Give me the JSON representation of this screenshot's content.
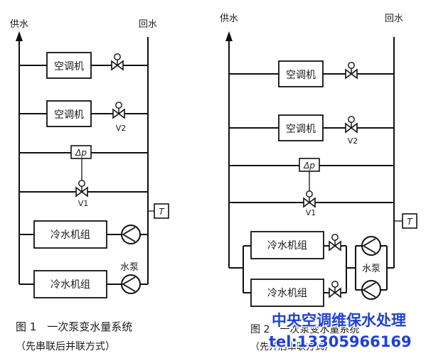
{
  "fig1": {
    "supply": "供水",
    "return": "回水",
    "ahu": [
      "空调机",
      "空调机"
    ],
    "valve_v2": "V2",
    "valve_v1": "V1",
    "dp": "Δp",
    "temp": "T",
    "chiller": [
      "冷水机组",
      "冷水机组"
    ],
    "pump": "水泵",
    "caption_line1": "图 1　一次泵变水量系统",
    "caption_line2": "（先串联后并联方式）"
  },
  "fig2": {
    "supply": "供水",
    "return": "回水",
    "ahu": [
      "空调机",
      "空调机"
    ],
    "valve_v2": "V2",
    "valve_v1": "V1",
    "dp": "Δp",
    "temp": "T",
    "chiller": [
      "冷水机组",
      "冷水机组"
    ],
    "pump": "水泵",
    "caption_line1": "图 2　一次泵变水量系统",
    "caption_line2": "（先并后串联方式）"
  },
  "watermark": {
    "line1": "中央空调维保水处理",
    "line2": "tel:13305966169",
    "color": "#1f3fd6"
  }
}
